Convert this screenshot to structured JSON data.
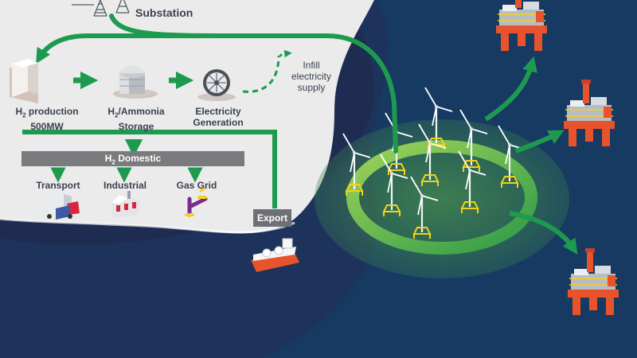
{
  "labels": {
    "substation": "Substation",
    "h2_production_line1_prefix": "H",
    "h2_production_line1_sub": "2",
    "h2_production_line1_suffix": " production",
    "h2_production_line2": "500MW",
    "h2_ammonia_prefix": "H",
    "h2_ammonia_sub": "2",
    "h2_ammonia_suffix": "/Ammonia",
    "h2_ammonia_line2": "Storage",
    "electricity_line1": "Electricity",
    "electricity_line2": "Generation",
    "infill_line1": "Infill",
    "infill_line2": "electricity",
    "infill_line3": "supply",
    "domestic_prefix": "H",
    "domestic_sub": "2",
    "domestic_suffix": " Domestic",
    "transport": "Transport",
    "industrial": "Industrial",
    "gas_grid": "Gas Grid",
    "export": "Export"
  },
  "colors": {
    "land": "#ebebeb",
    "sea_dark": "#1f2c52",
    "sea_teal": "#0f3d63",
    "arrow_green": "#1e9a4f",
    "wind_field": "#6fbf49",
    "label_text": "#3b4150",
    "bar_grey": "#7a7b7f",
    "rig_orange": "#e8532b"
  },
  "icons": [
    "substation-pylon-icon",
    "h2-production-building-icon",
    "ammonia-tank-icon",
    "turbine-generator-icon",
    "transport-trucks-icon",
    "industrial-factory-icon",
    "gas-grid-pipe-icon",
    "tanker-ship-icon",
    "wind-turbine-icon",
    "oil-platform-icon"
  ]
}
